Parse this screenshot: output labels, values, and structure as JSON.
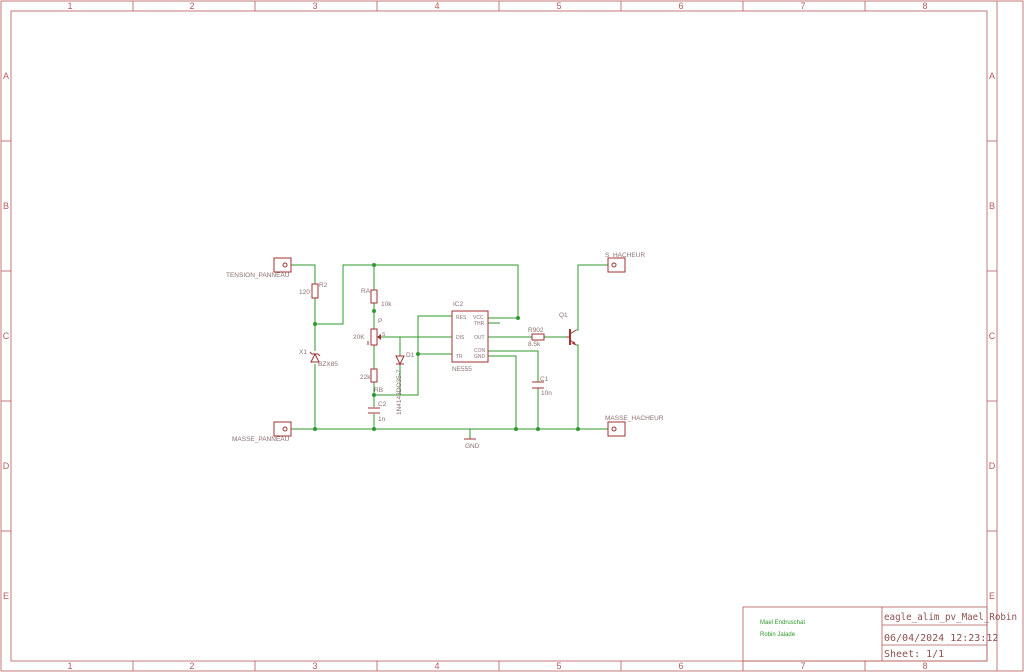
{
  "frame": {
    "columns": [
      "1",
      "2",
      "3",
      "4",
      "5",
      "6",
      "7",
      "8"
    ],
    "rows": [
      "A",
      "B",
      "C",
      "D",
      "E"
    ]
  },
  "components": {
    "tension_panneau": "TENSION_PANNEAU",
    "masse_panneau": "MASSE_PANNEAU",
    "s_hacheur": "S_HACHEUR",
    "masse_hacheur": "MASSE_HACHEUR",
    "r2_name": "R2",
    "r2_value": "120",
    "x1_name": "X1",
    "x1_value": "BZX85",
    "ra_name": "RA",
    "ra_value": "10k",
    "p_name": "P",
    "p_value": "20K",
    "rb_name": "RB",
    "rb_value": "22k",
    "c2_name": "C2",
    "c2_value": "1n",
    "d1_name": "D1",
    "d1_value": "1N4148DO35-7",
    "ic2_name": "IC2",
    "ic2_value": "NE555",
    "r902_name": "R902",
    "r902_value": "8.5k",
    "q1_name": "Q1",
    "c1_name": "C1",
    "c1_value": "10n",
    "gnd": "GND"
  },
  "ic_pins": {
    "dis": "DIS",
    "thr": "THR",
    "tr": "TR",
    "vcc": "VCC",
    "res": "RES",
    "out": "OUT",
    "con": "CON",
    "gnd": "GND",
    "pot_pin": "S"
  },
  "title_block": {
    "author1": "Mael Endruschat",
    "author2": "Robin Jalade",
    "filename": "eagle_alim_pv_Mael_Robin",
    "date": "06/04/2024 12:23:12",
    "sheet": "Sheet: 1/1"
  },
  "colors": {
    "frame": "#b85a5a",
    "wire": "#2f9a2f",
    "symbol": "#a03232",
    "label": "#8c7070"
  }
}
